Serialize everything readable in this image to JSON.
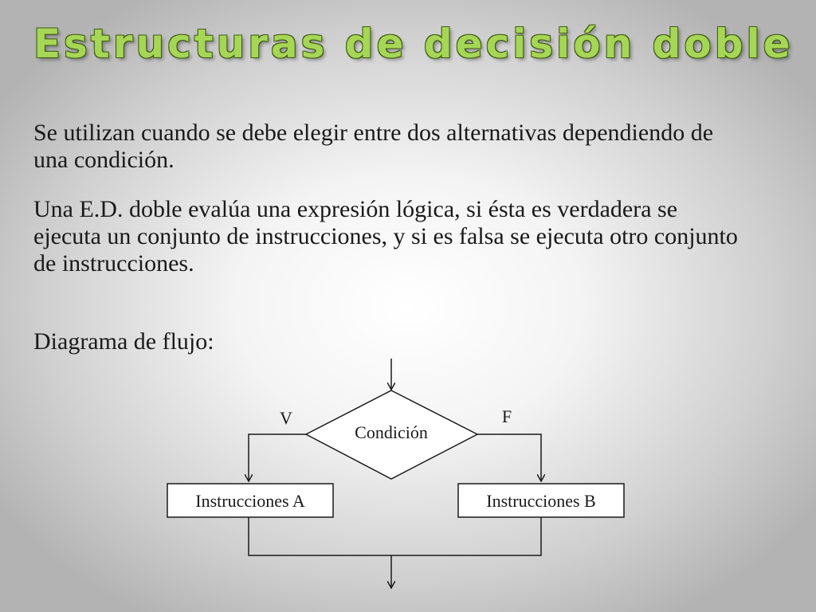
{
  "slide": {
    "title": "Estructuras de decisión doble",
    "paragraph_1": "Se utilizan cuando se debe elegir entre dos alternativas dependiendo de una condición.",
    "paragraph_2": "Una E.D. doble evalúa una expresión lógica,  si ésta es verdadera se ejecuta un conjunto de instrucciones, y si es falsa se ejecuta otro conjunto de instrucciones.",
    "paragraph_3": "Diagrama de flujo:"
  },
  "flowchart": {
    "condition_label": "Condición",
    "true_label": "V",
    "false_label": "F",
    "branch_true_label": "Instrucciones A",
    "branch_false_label": "Instrucciones B"
  },
  "colors": {
    "title_fill": "#a6d655",
    "title_outline": "#3d5a12",
    "line": "#1a1a1a"
  }
}
